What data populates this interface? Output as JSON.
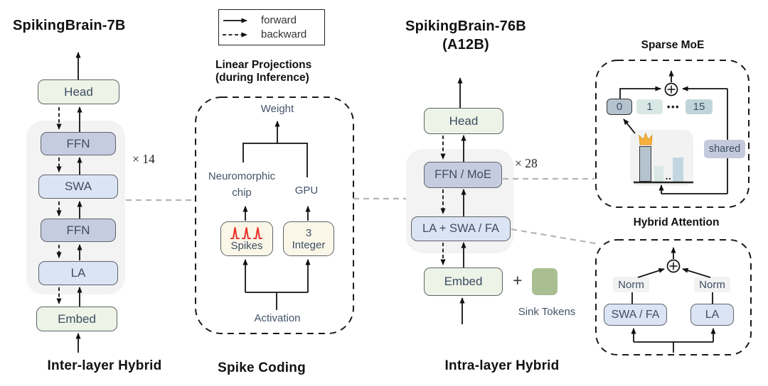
{
  "legend": {
    "forward_label": "forward",
    "backward_label": "backward"
  },
  "left_model": {
    "title": "SpikingBrain-7B",
    "repeat_label": "× 14",
    "caption": "Inter-layer Hybrid",
    "head": "Head",
    "ffn_top": "FFN",
    "swa": "SWA",
    "ffn_bottom": "FFN",
    "la": "LA",
    "embed": "Embed"
  },
  "spike_coding": {
    "heading_line1": "Linear Projections",
    "heading_line2": "(during Inference)",
    "caption": "Spike Coding",
    "weight_label": "Weight",
    "neuromorphic_line1": "Neuromorphic",
    "neuromorphic_line2": "chip",
    "gpu_label": "GPU",
    "spikes_label": "Spikes",
    "integer_line1": "3",
    "integer_line2": "Integer",
    "activation_label": "Activation"
  },
  "right_model": {
    "title_line1": "SpikingBrain-76B",
    "title_line2": "(A12B)",
    "repeat_label": "× 28",
    "caption": "Intra-layer Hybrid",
    "head": "Head",
    "ffn_moe": "FFN / MoE",
    "attention": "LA + SWA / FA",
    "embed": "Embed",
    "plus_sign": "+",
    "sink_label": "Sink Tokens"
  },
  "sparse_moe": {
    "title": "Sparse MoE",
    "expert_0": "0",
    "expert_1": "1",
    "expert_dots": "•••",
    "expert_15": "15",
    "shared_label": "shared",
    "bar_dots": ".."
  },
  "hybrid_attention": {
    "title": "Hybrid Attention",
    "norm_left": "Norm",
    "norm_right": "Norm",
    "swa_fa": "SWA / FA",
    "la": "LA"
  },
  "colors": {
    "block_green": "#edf3e6",
    "block_blue": "#dbe4f4",
    "block_slate": "#c6cce0",
    "block_cream": "#faf7e8",
    "sink_green": "#a9bf92",
    "expert_teal": "#d9e8e4",
    "expert_selected": "#b5c3ce",
    "shared_slate": "#c4cadc",
    "spike_red": "#e8312a",
    "crown_gold": "#f6b23c",
    "connector_gray": "#b5b5b5"
  }
}
